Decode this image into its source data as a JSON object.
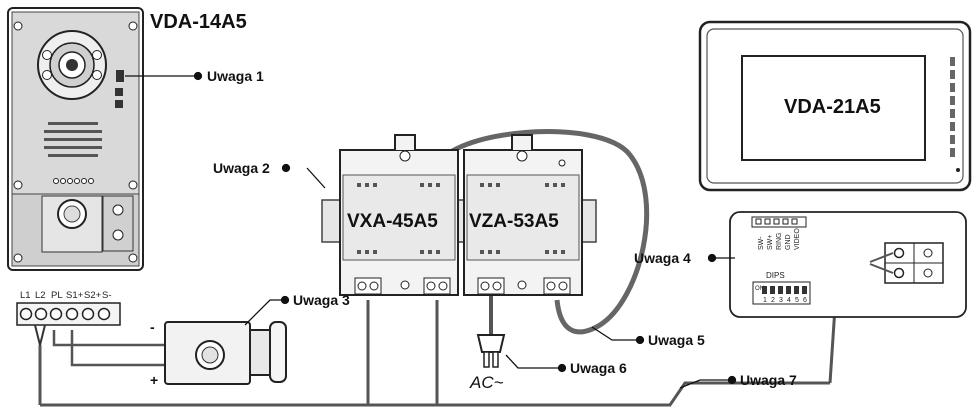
{
  "diagram": {
    "devices": {
      "panel": "VDA-14A5",
      "monitor": "VDA-21A5",
      "psu": "VXA-45A5",
      "interface": "VZA-53A5"
    },
    "notes": {
      "n1": "Uwaga 1",
      "n2": "Uwaga 2",
      "n3": "Uwaga 3",
      "n4": "Uwaga 4",
      "n5": "Uwaga 5",
      "n6": "Uwaga 6",
      "n7": "Uwaga 7"
    },
    "terminal_strip": [
      "L1",
      "L2",
      "PL",
      "S1+",
      "S2+",
      "S-"
    ],
    "lock_polarity": {
      "minus": "-",
      "plus": "+"
    },
    "ac_label": "AC~",
    "connector_pins": [
      "SW-",
      "SW+",
      "RING",
      "GND",
      "VIDEO"
    ],
    "dips": {
      "title": "DIPS",
      "on_label": "ON",
      "numbers": [
        "1",
        "2",
        "3",
        "4",
        "5",
        "6"
      ]
    }
  }
}
